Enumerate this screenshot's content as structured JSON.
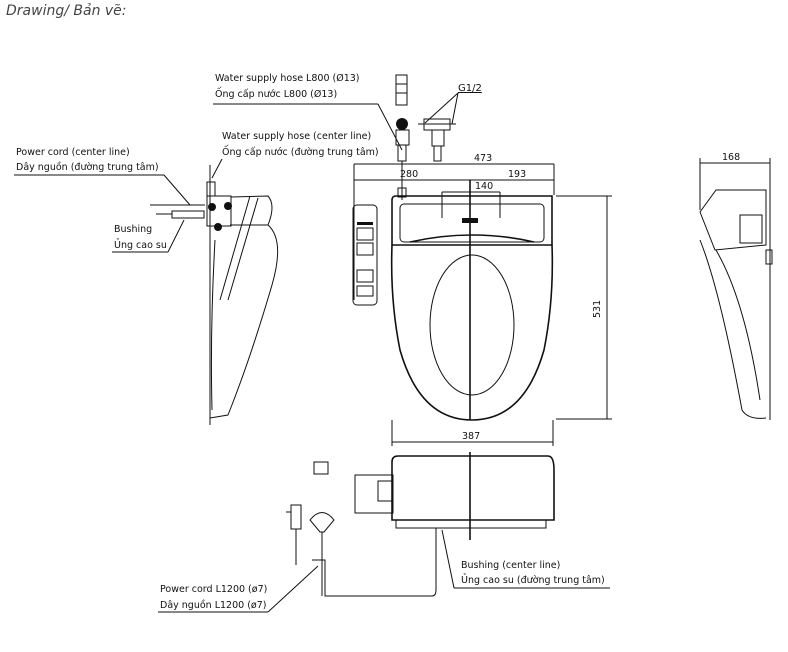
{
  "heading": "Drawing/ Bản vẽ:",
  "labels": {
    "water_hose_en": "Water supply hose L800 (Ø13)",
    "water_hose_vi": "Ống cấp nước L800 (Ø13)",
    "water_hose_center_en": "Water supply hose (center line)",
    "water_hose_center_vi": "Ống cấp nước (đường trung tâm)",
    "power_cord_center_en": "Power cord (center line)",
    "power_cord_center_vi": "Dây nguồn (đường trung tâm)",
    "bushing_en": "Bushing",
    "bushing_vi": "Ủng cao su",
    "thread": "G1/2",
    "power_cord_len_en": "Power cord L1200 (ø7)",
    "power_cord_len_vi": "Dây nguồn L1200 (ø7)",
    "bushing_center_en": "Bushing (center line)",
    "bushing_center_vi": "Ủng cao su (đường trung tâm)"
  },
  "dimensions": {
    "total_width": "473",
    "left_offset": "280",
    "right_offset": "193",
    "hole_spacing": "140",
    "length": "531",
    "seat_width": "387",
    "side_depth": "168"
  }
}
